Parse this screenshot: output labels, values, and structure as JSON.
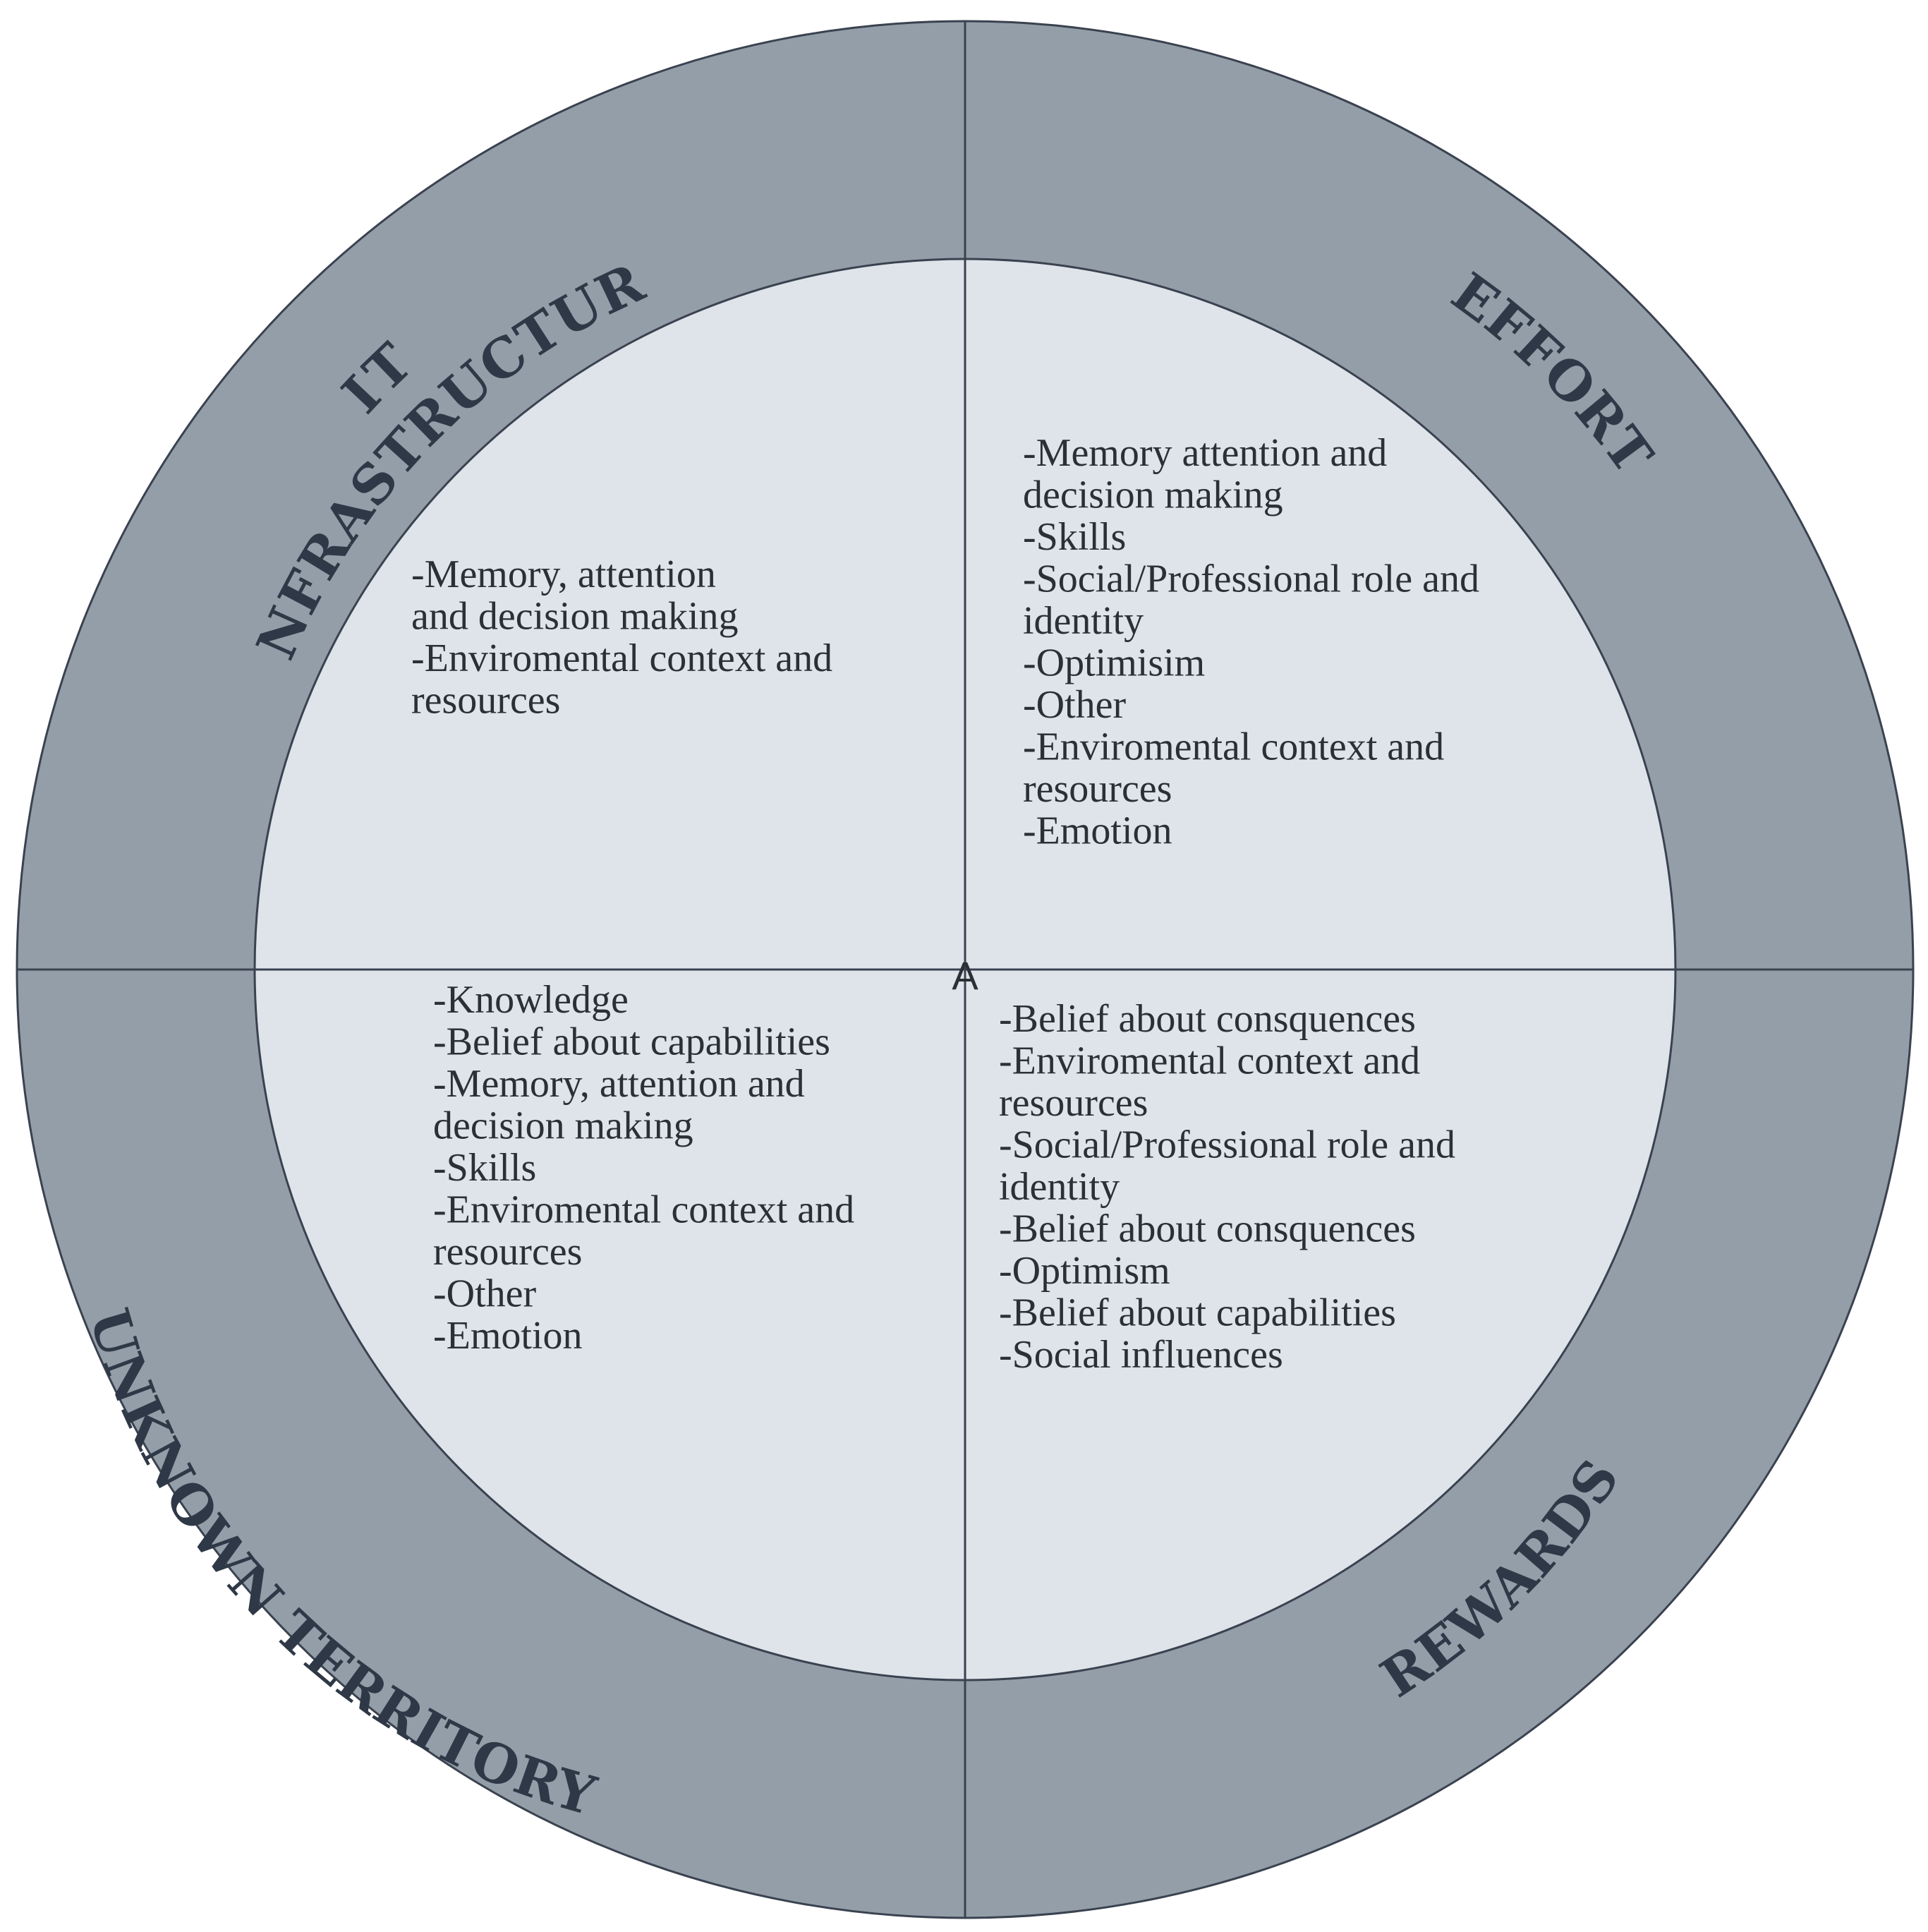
{
  "colors": {
    "outer_ring": "#949ea8",
    "inner_disc": "#dfe3ea",
    "lines": "#3a4250",
    "title_text": "#2e3847",
    "item_text": "#2b2f36",
    "background": "#ffffff"
  },
  "center_mark": "A",
  "quadrants": {
    "top_left": {
      "title_lines": [
        "IT",
        "INFRASTRUCTURE"
      ],
      "items": [
        "-Memory, attention",
        "and decision making",
        "-Enviromental context and",
        "resources"
      ]
    },
    "top_right": {
      "title_lines": [
        "EFFORT"
      ],
      "items": [
        "-Memory attention and",
        "decision making",
        "-Skills",
        "-Social/Professional role and",
        "identity",
        "-Optimisim",
        "-Other",
        "-Enviromental context and",
        "resources",
        "-Emotion"
      ]
    },
    "bottom_left": {
      "title_lines": [
        "UNKNOWN TERRITORY"
      ],
      "items": [
        "-Knowledge",
        "-Belief about capabilities",
        "-Memory, attention and",
        "decision making",
        "-Skills",
        "-Enviromental context and",
        "resources",
        "-Other",
        "-Emotion"
      ]
    },
    "bottom_right": {
      "title_lines": [
        "REWARDS"
      ],
      "items": [
        "-Belief about consquences",
        "-Enviromental context and",
        "resources",
        "-Social/Professional role and",
        "identity",
        "-Belief about consquences",
        "-Optimism",
        "-Belief about capabilities",
        "-Social influences"
      ]
    }
  }
}
